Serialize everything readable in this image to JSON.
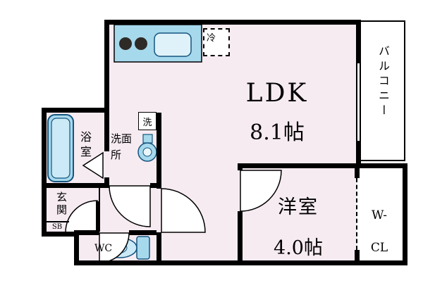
{
  "rooms": {
    "ldk": {
      "name": "LDK",
      "size": "8.1帖"
    },
    "yoshitsu": {
      "name": "洋室",
      "size": "4.0帖"
    },
    "balcony": {
      "label": "バルコニー"
    },
    "wcl": {
      "line1": "W-",
      "line2": "CL"
    },
    "bathroom": {
      "label": "浴室"
    },
    "washroom": {
      "label": "洗面所"
    },
    "genkan": {
      "label": "玄関",
      "shoebox": "SB"
    },
    "wc": {
      "label": "WC"
    }
  },
  "fixtures": {
    "refrigerator": {
      "label": "冷"
    },
    "washer": {
      "label": "洗"
    }
  },
  "colors": {
    "room_fill": "#F7EBF2",
    "fixture_fill": "#A7D9EC",
    "fixture_fill_light": "#CBE9F6",
    "fixture_stroke": "#14547E",
    "wall": "#000000"
  }
}
